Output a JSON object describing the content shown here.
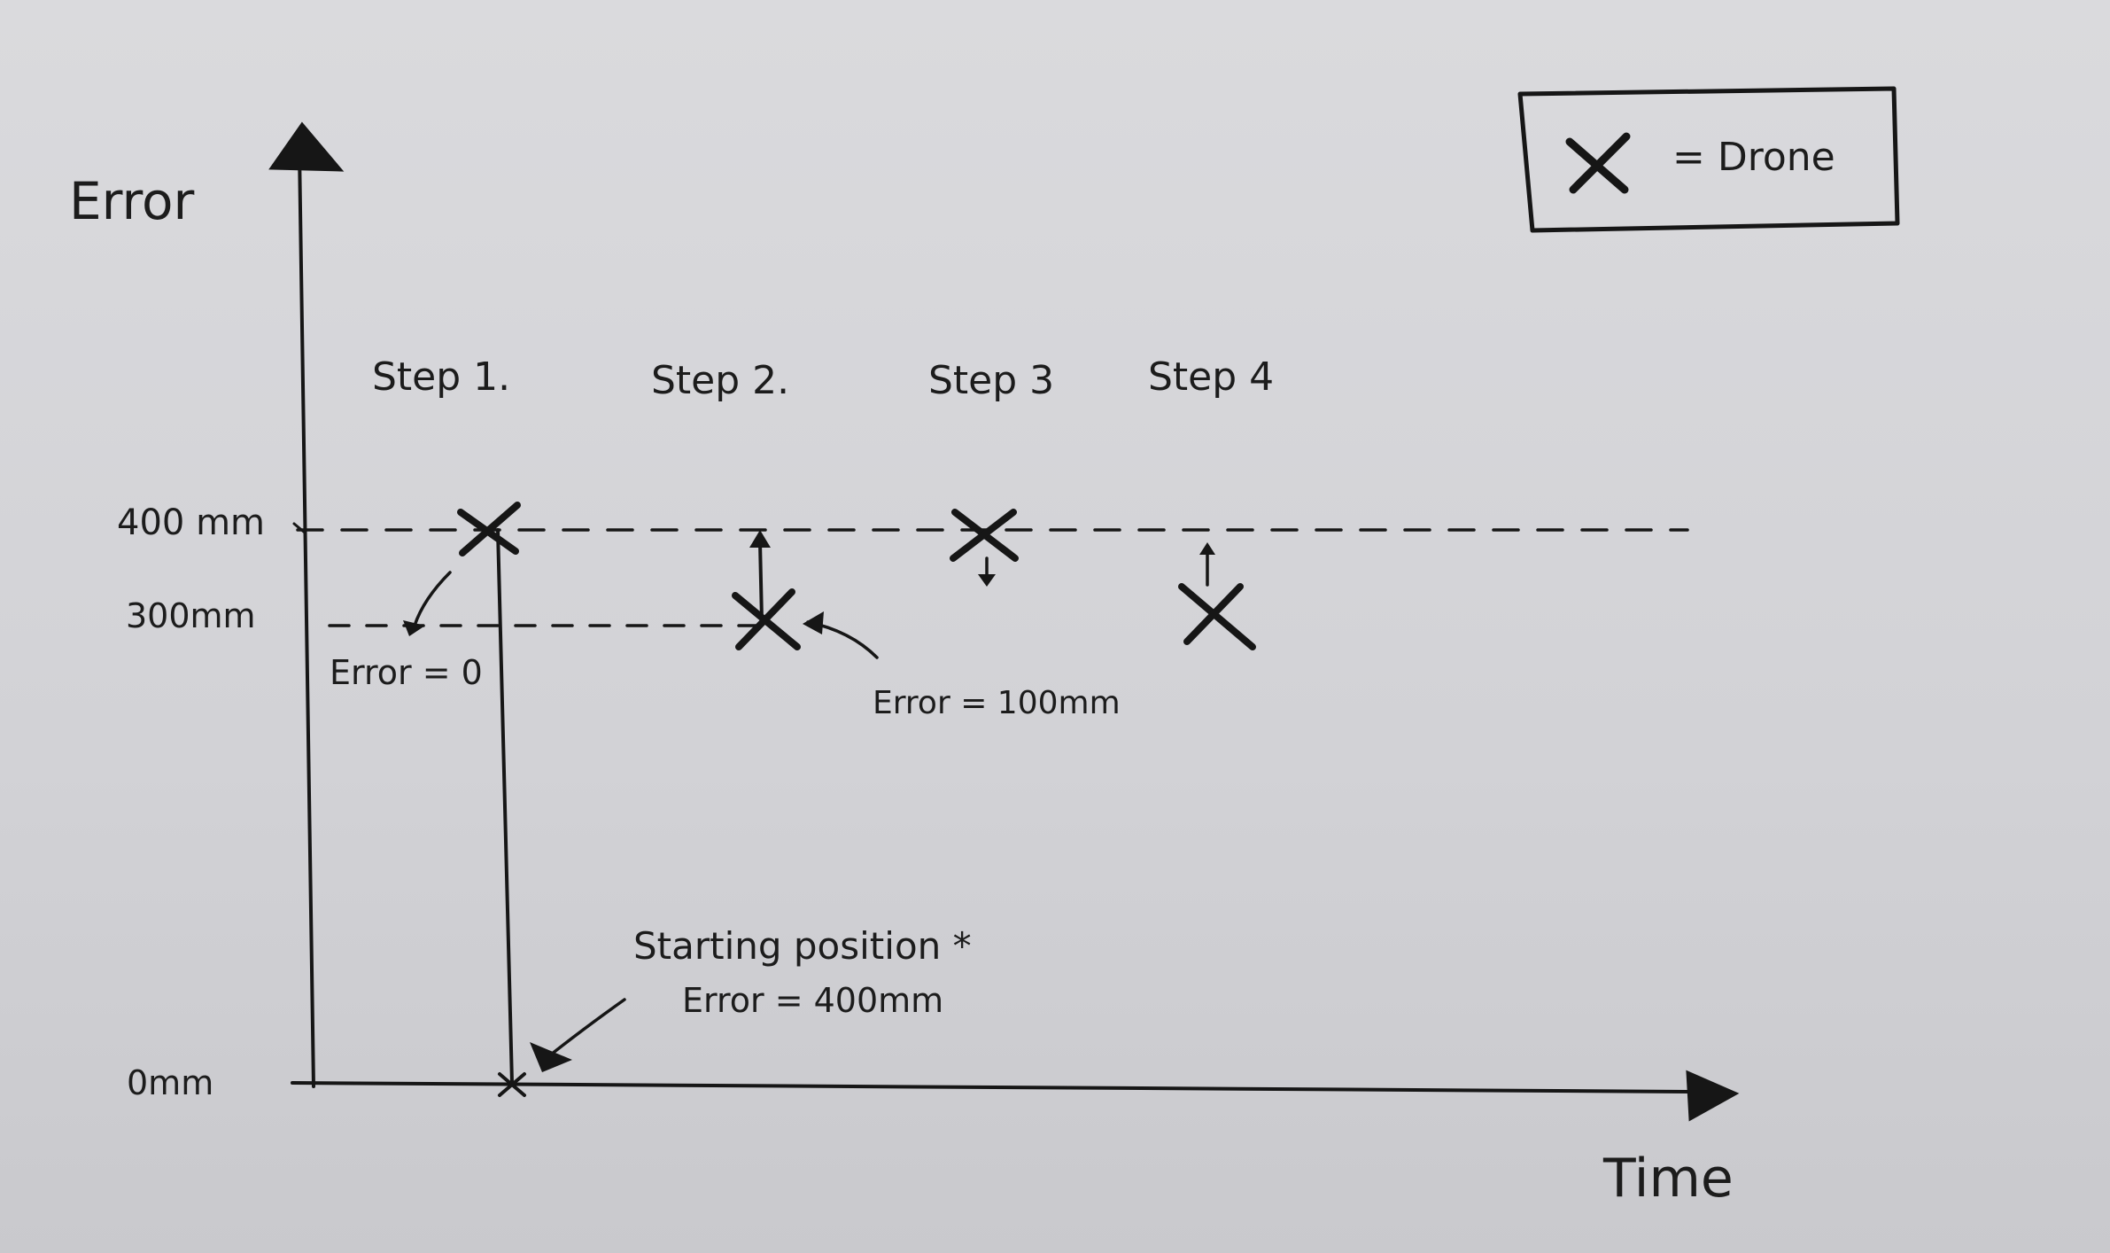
{
  "axes": {
    "y_label": "Error",
    "x_label": "Time",
    "y_ticks": [
      "400 mm",
      "300mm",
      "0mm"
    ]
  },
  "legend": {
    "symbol": "X",
    "label": "= Drone"
  },
  "steps": [
    "Step 1.",
    "Step 2.",
    "Step 3",
    "Step 4"
  ],
  "annotations": {
    "step1_error": "Error = 0",
    "step2_error": "Error = 100mm",
    "start_title": "Starting position *",
    "start_error": "Error = 400mm"
  },
  "colors": {
    "ink": "#161616",
    "paper": "#d6d6da"
  }
}
